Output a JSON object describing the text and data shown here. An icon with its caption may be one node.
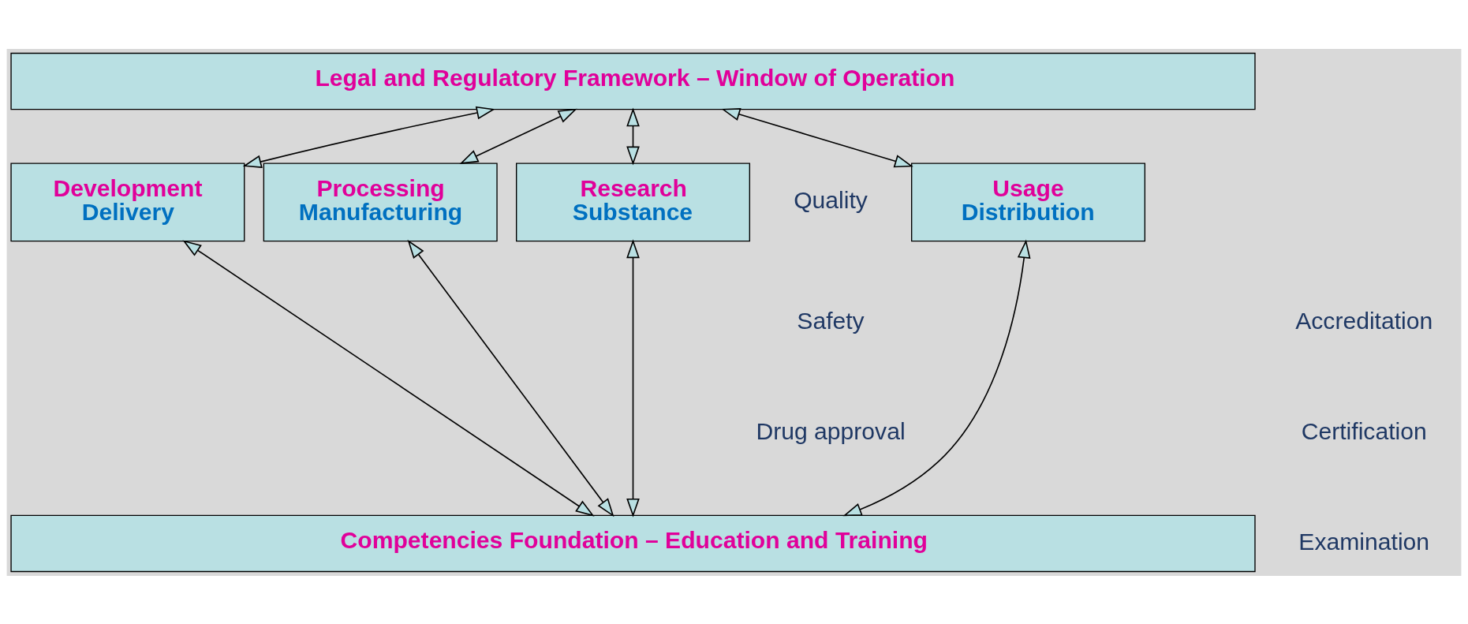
{
  "diagram": {
    "nodes": [
      {
        "text": [
          "Legal and Regulatory Framework – Window of Operation"
        ]
      },
      {
        "text": [
          "Research",
          "Substance"
        ]
      },
      {
        "text": [
          "Development",
          "Delivery"
        ]
      },
      {
        "text": [
          "Processing",
          "Manufacturing"
        ]
      },
      {
        "text": [
          "Usage",
          "Distribution"
        ]
      },
      {
        "text": [
          "Competencies Foundation – Education and Training"
        ]
      }
    ],
    "edges": [
      {
        "from": 0,
        "to": 1,
        "arrow": "both"
      },
      {
        "from": 0,
        "to": 2,
        "arrow": "both"
      },
      {
        "from": 0,
        "to": 3,
        "arrow": "both"
      },
      {
        "from": 0,
        "to": 4,
        "arrow": "both"
      },
      {
        "from": 1,
        "to": 5,
        "arrow": "both"
      },
      {
        "from": 2,
        "to": 5,
        "arrow": "both"
      },
      {
        "from": 3,
        "to": 5,
        "arrow": "both"
      },
      {
        "from": 4,
        "to": 5,
        "arrow": "both"
      }
    ],
    "labels": [
      "Quality",
      "Safety",
      "Drug approval",
      "Accreditation",
      "Certification",
      "Examination"
    ]
  }
}
